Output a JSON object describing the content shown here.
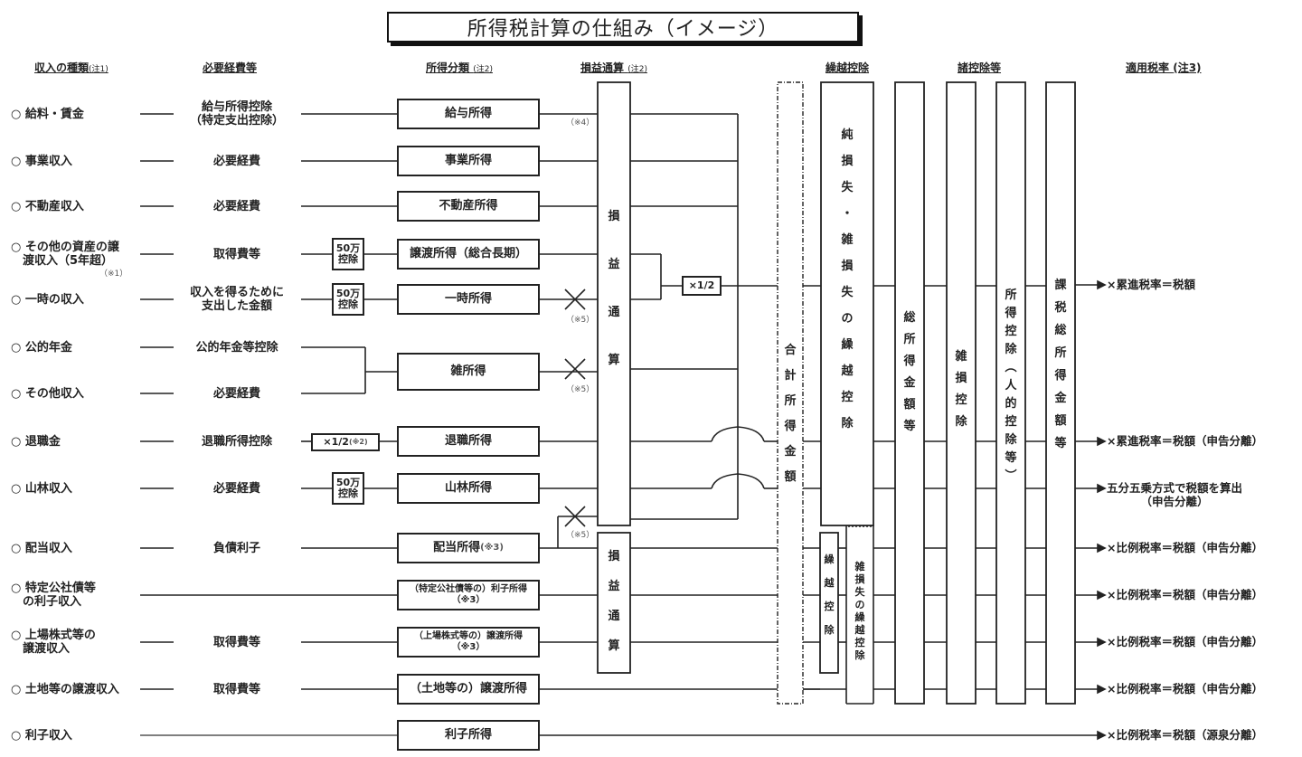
{
  "title": "所得税計算の仕組み（イメージ）",
  "headers": {
    "income_type": "収入の種類",
    "income_type_note": "(注1)",
    "expenses": "必要経費等",
    "income_class": "所得分類",
    "income_class_note": "(注2)",
    "loss_offset": "損益通算",
    "loss_offset_note": "(注2)",
    "carryover": "繰越控除",
    "deductions": "諸控除等",
    "tax_rate": "適用税率",
    "tax_rate_note": "(注3)"
  },
  "rows": [
    {
      "income": "○ 給料・賃金",
      "expense": "給与所得控除\n（特定支出控除）",
      "classification": "給与所得"
    },
    {
      "income": "○ 事業収入",
      "expense": "必要経費",
      "classification": "事業所得"
    },
    {
      "income": "○ 不動産収入",
      "expense": "必要経費",
      "classification": "不動産所得"
    },
    {
      "income": "○ その他の資産の譲\n　渡収入（5年超）",
      "income_note": "（※1）",
      "expense": "取得費等",
      "adjust": "50万\n控除",
      "classification": "譲渡所得（総合長期）"
    },
    {
      "income": "○ 一時の収入",
      "expense": "収入を得るために\n支出した金額",
      "adjust": "50万\n控除",
      "classification": "一時所得"
    },
    {
      "income": "○ 公的年金",
      "expense": "公的年金等控除"
    },
    {
      "income": "○ その他収入",
      "expense": "必要経費",
      "classification": "雑所得"
    },
    {
      "income": "○ 退職金",
      "expense": "退職所得控除",
      "adjust": "×1/2",
      "adjust_note": "(※2)",
      "classification": "退職所得"
    },
    {
      "income": "○ 山林収入",
      "expense": "必要経費",
      "adjust": "50万\n控除",
      "classification": "山林所得"
    },
    {
      "income": "○ 配当収入",
      "expense": "負債利子",
      "classification": "配当所得",
      "classification_note": "(※3)"
    },
    {
      "income": "○ 特定公社債等\n　の利子収入",
      "classification": "（特定公社債等の）利子所得\n（※3）"
    },
    {
      "income": "○ 上場株式等の\n　譲渡収入",
      "expense": "取得費等",
      "classification": "（上場株式等の）譲渡所得\n（※3）"
    },
    {
      "income": "○ 土地等の譲渡収入",
      "expense": "取得費等",
      "classification": "（土地等の）譲渡所得"
    },
    {
      "income": "○ 利子収入",
      "classification": "利子所得"
    }
  ],
  "notes": {
    "n4": "（※4）",
    "n5a": "（※5）",
    "n5b": "（※5）",
    "n5c": "（※5）"
  },
  "half_multiplier": "×1/2",
  "vertical_labels": {
    "loss_offset_upper": "損益通算",
    "loss_offset_lower": "損益通算",
    "total_income": "合計所得金額",
    "net_loss_carryover": "純損失・雑損失の繰越控除",
    "carryover_small": "繰越控除",
    "misc_loss_carryover": "雑損失の繰越控除",
    "gross_income": "総所得金額等",
    "casualty_deduction": "雑損控除",
    "income_deduction": "所得控除（人的控除等）",
    "taxable_income": "課税総所得金額等"
  },
  "tax_results": [
    "×累進税率＝税額",
    "×累進税率＝税額（申告分離）",
    "五分五乗方式で税額を算出\n（申告分離）",
    "×比例税率＝税額（申告分離）",
    "×比例税率＝税額（申告分離）",
    "×比例税率＝税額（申告分離）",
    "×比例税率＝税額（申告分離）",
    "×比例税率＝税額（源泉分離）"
  ],
  "colors": {
    "line": "#222222",
    "note": "#555555"
  }
}
